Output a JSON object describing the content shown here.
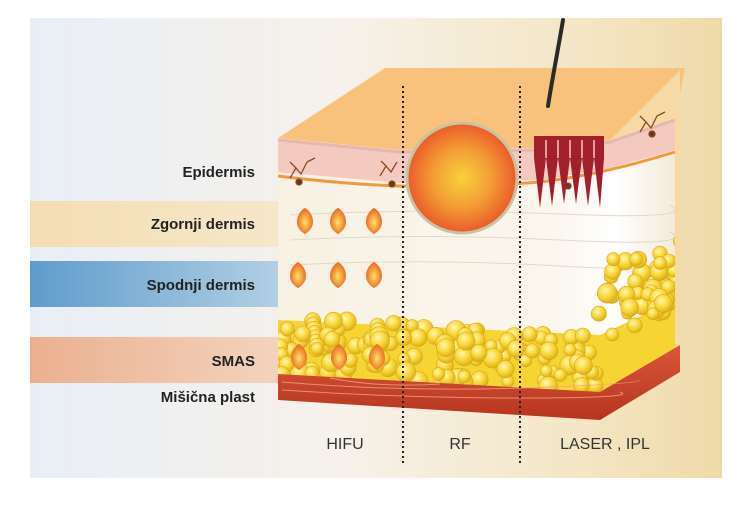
{
  "layers": {
    "epidermis": "Epidermis",
    "upper_dermis": "Zgornji dermis",
    "lower_dermis": "Spodnji dermis",
    "smas": "SMAS",
    "muscle": "Mišična plast"
  },
  "methods": {
    "hifu": "HIFU",
    "rf": "RF",
    "laser": "LASER , IPL"
  },
  "colors": {
    "upper_dermis_band": "#f3dcae",
    "lower_dermis_band": "#6fa6cf",
    "smas_band": "#eeb99a",
    "top_face": "#f8c27c",
    "fat": "#f6d434",
    "muscle": "#c9442a",
    "laser": "#a21f2c"
  }
}
